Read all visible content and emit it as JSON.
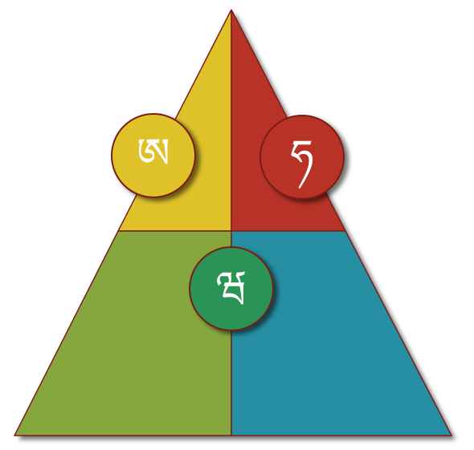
{
  "colors": {
    "top_left": "#DFC22A",
    "top_right": "#B83327",
    "bottom_left": "#86A73E",
    "bottom_right": "#268FA4",
    "circle_top_left": "#DFC22A",
    "circle_top_right": "#B83327",
    "circle_center": "#2A9356",
    "outline": "#7A1F18",
    "label": "#FFFFFF"
  },
  "circles": {
    "top_left": {
      "label": "ཨ"
    },
    "top_right": {
      "label": "ཧ"
    },
    "center": {
      "label": "ཝ"
    }
  }
}
